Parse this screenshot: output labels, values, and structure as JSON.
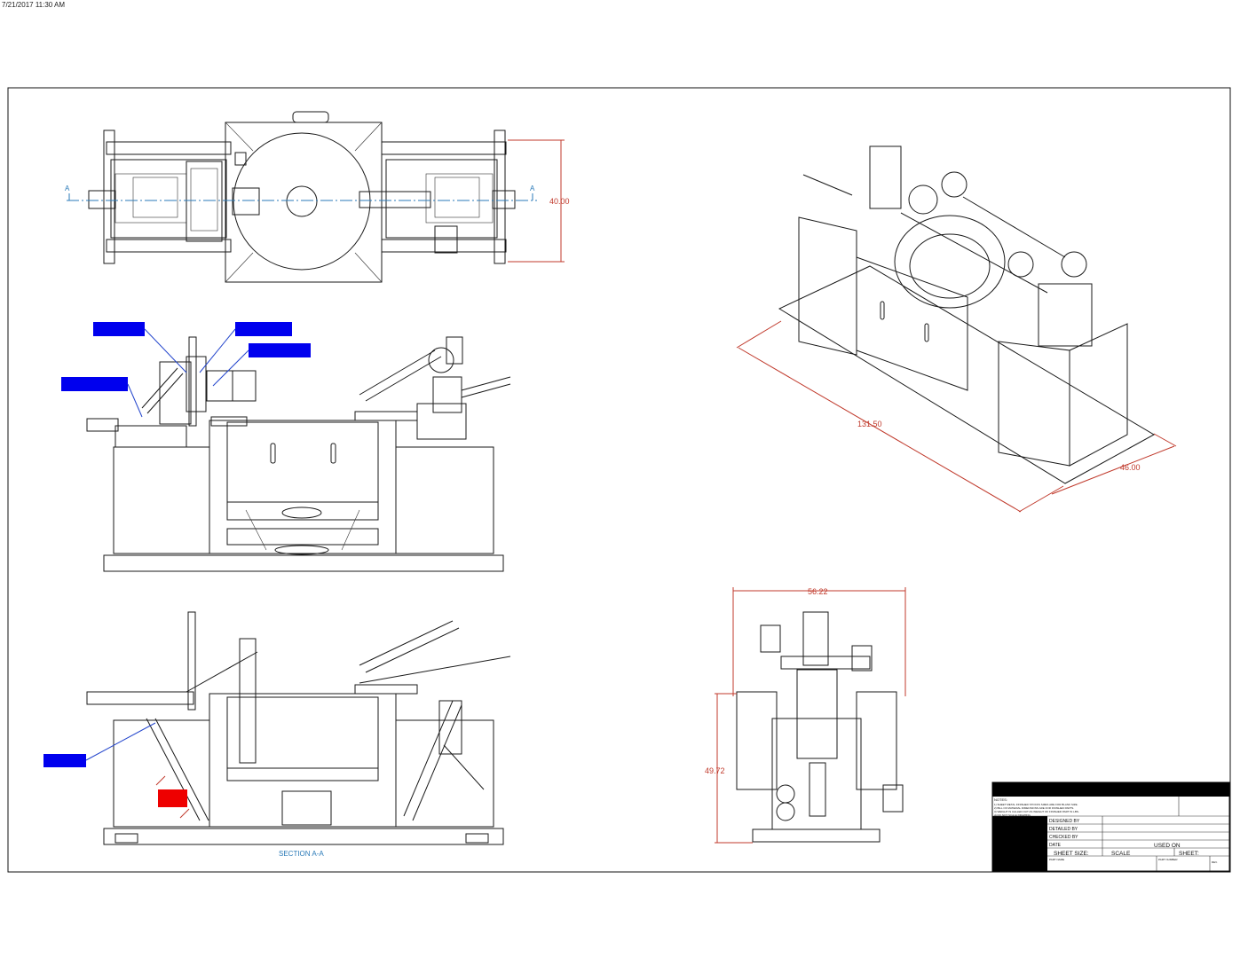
{
  "print_stamp": "7/21/2017 11:30 AM",
  "dimensions": {
    "top_height": "40.00",
    "iso_length": "131.50",
    "iso_width": "46.00",
    "end_width": "56.22",
    "end_height": "49.72"
  },
  "section": {
    "marker_left": "A",
    "marker_right": "A",
    "label": "SECTION A-A"
  },
  "callouts": {
    "highlight_color": "#0000ee",
    "alert_color": "#ee0000",
    "count_blue": 5,
    "count_red": 1
  },
  "title_block": {
    "notes_heading": "NOTES:",
    "notes": [
      "1) SHEET METAL FINISHED STOCKS SIZES ARE FOR BLANK SIZE.",
      "2) BILL OF MATERIAL DIMENSIONS ARE FOR FINISHED PARTS.",
      "3) WEIGHT IS CALLED OUT AS WEIGHT OF FINISHED PART IN LBS.",
      "4) DO NOT SCALE DRAWING"
    ],
    "rows": {
      "designed_by": "DESIGNED BY",
      "detailed_by": "DETAILED BY",
      "checked_by": "CHECKED BY",
      "date": "DATE"
    },
    "used_on": "USED ON",
    "sheet_size": "SHEET SIZE:",
    "scale": "SCALE",
    "sheet": "SHEET:",
    "part_name": "PART NAME",
    "part_number": "PART NUMBER",
    "rev": "REV."
  }
}
